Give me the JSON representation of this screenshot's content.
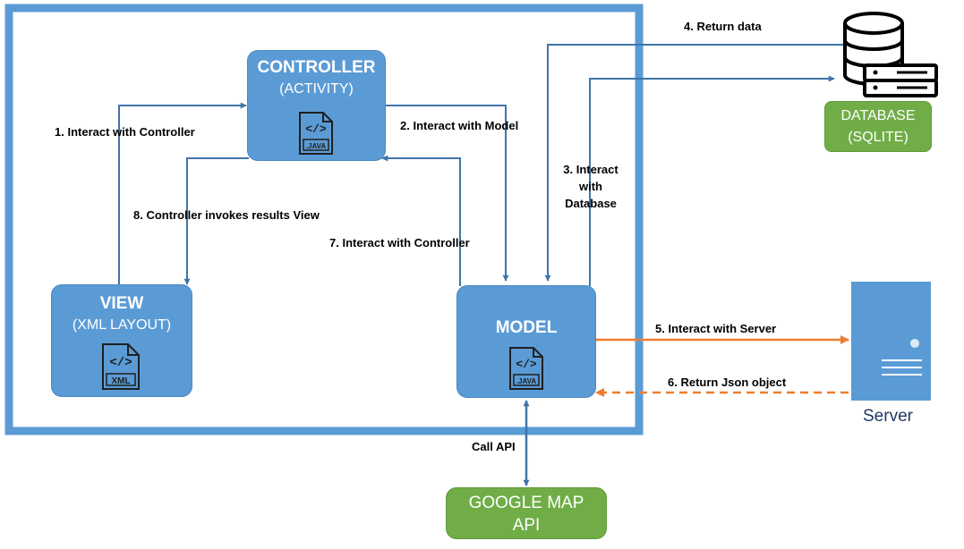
{
  "colors": {
    "frame": "#5b9bd5",
    "node": "#5b9bd5",
    "arrow_blue": "#3f75a8",
    "arrow_orange": "#ed7d31",
    "green": "#70ad47"
  },
  "nodes": {
    "controller": {
      "title": "CONTROLLER",
      "subtitle": "(ACTIVITY)",
      "icon_ext": ".JAVA",
      "icon": "java-file-icon"
    },
    "view": {
      "title": "VIEW",
      "subtitle": "(XML LAYOUT)",
      "icon_ext": "XML",
      "icon": "xml-file-icon"
    },
    "model": {
      "title": "MODEL",
      "icon_ext": ".JAVA",
      "icon": "java-file-icon"
    },
    "database": {
      "line1": "DATABASE",
      "line2": "(SQLITE)",
      "icon": "database-icon"
    },
    "server": {
      "label": "Server",
      "icon": "server-icon"
    },
    "google": {
      "line1": "GOOGLE MAP",
      "line2": "API"
    }
  },
  "edges": [
    {
      "label": "1. Interact with Controller"
    },
    {
      "label": "2. Interact with Model"
    },
    {
      "label_lines": [
        "3. Interact",
        "with",
        "Database"
      ]
    },
    {
      "label": "4. Return data"
    },
    {
      "label": "5. Interact with Server"
    },
    {
      "label": "6. Return Json object"
    },
    {
      "label": "7. Interact with Controller"
    },
    {
      "label": "8. Controller invokes results View"
    },
    {
      "label": "Call API"
    }
  ]
}
